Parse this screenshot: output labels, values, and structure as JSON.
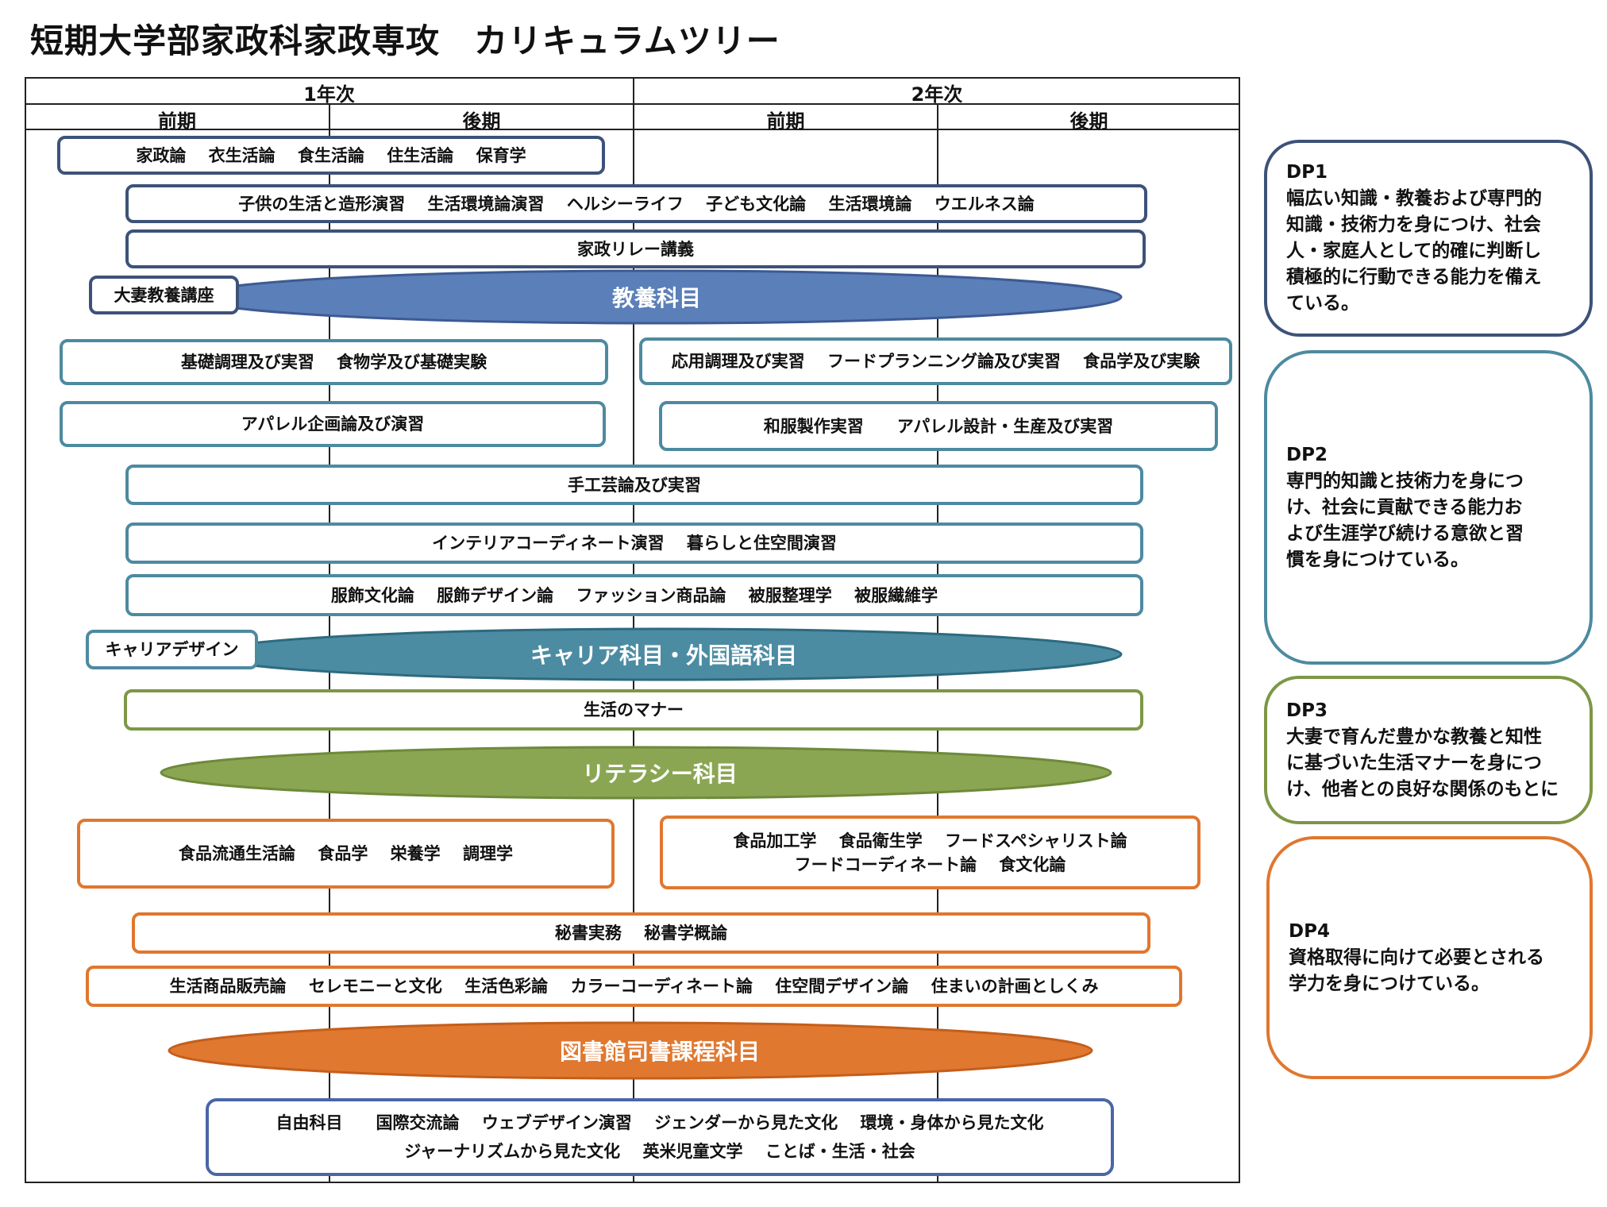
{
  "title": "短期大学部家政科家政専攻　カリキュラムツリー",
  "header": {
    "year1": "1年次",
    "year2": "2年次",
    "y1_first": "前期",
    "y1_second": "後期",
    "y2_first": "前期",
    "y2_second": "後期"
  },
  "boxes": {
    "b1": "家政論　 衣生活論　 食生活論　 住生活論　 保育学",
    "b2": "子供の生活と造形演習　 生活環境論演習　 ヘルシーライフ　 子ども文化論　 生活環境論　 ウエルネス論",
    "b3": "家政リレー講義",
    "b4": "大妻教養講座",
    "b5": "基礎調理及び実習　 食物学及び基礎実験",
    "b6": "応用調理及び実習　 フードプランニング論及び実習　 食品学及び実験",
    "b7": "アパレル企画論及び演習",
    "b8": "和服製作実習　　アパレル設計・生産及び実習",
    "b9": "手工芸論及び実習",
    "b10": "インテリアコーディネート演習　 暮らしと住空間演習",
    "b11": "服飾文化論　 服飾デザイン論　 ファッション商品論　 被服整理学　 被服繊維学",
    "b12": "キャリアデザイン",
    "b13": "生活のマナー",
    "b14": "食品流通生活論　 食品学　 栄養学　 調理学",
    "b15_line1": "食品加工学　 食品衛生学　 フードスペシャリスト論",
    "b15_line2": "フードコーディネート論　 食文化論",
    "b16": "秘書実務　 秘書学概論",
    "b17": "生活商品販売論　 セレモニーと文化　 生活色彩論　 カラーコーディネート論　 住空間デザイン論　 住まいの計画としくみ",
    "b18_line1": "自由科目　　国際交流論　 ウェブデザイン演習　 ジェンダーから見た文化　 環境・身体から見た文化",
    "b18_line2": "ジャーナリズムから見た文化　 英米児童文学　 ことば・生活・社会"
  },
  "ellipses": {
    "e1": "教養科目",
    "e2": "キャリア科目・外国語科目",
    "e3": "リテラシー科目",
    "e4": "図書館司書課程科目"
  },
  "colors": {
    "e1": "#5b7fb8",
    "e2": "#4c8ca3",
    "e3": "#8aa653",
    "e4": "#e0782f"
  },
  "dp": {
    "dp1": {
      "label": "DP1",
      "text": "幅広い知識・教養および専門的\n知識・技術力を身につけ、社会\n人・家庭人として的確に判断し\n積極的に行動できる能力を備え\nている。"
    },
    "dp2": {
      "label": "DP2",
      "text": "専門的知識と技術力を身につ\nけ、社会に貢献できる能力お\nよび生涯学び続ける意欲と習\n慣を身につけている。"
    },
    "dp3": {
      "label": "DP3",
      "text": "大妻で育んだ豊かな教養と知性\nに基づいた生活マナーを身につ\nけ、他者との良好な関係のもとに"
    },
    "dp4": {
      "label": "DP4",
      "text": "資格取得に向けて必要とされる\n学力を身につけている。"
    }
  }
}
